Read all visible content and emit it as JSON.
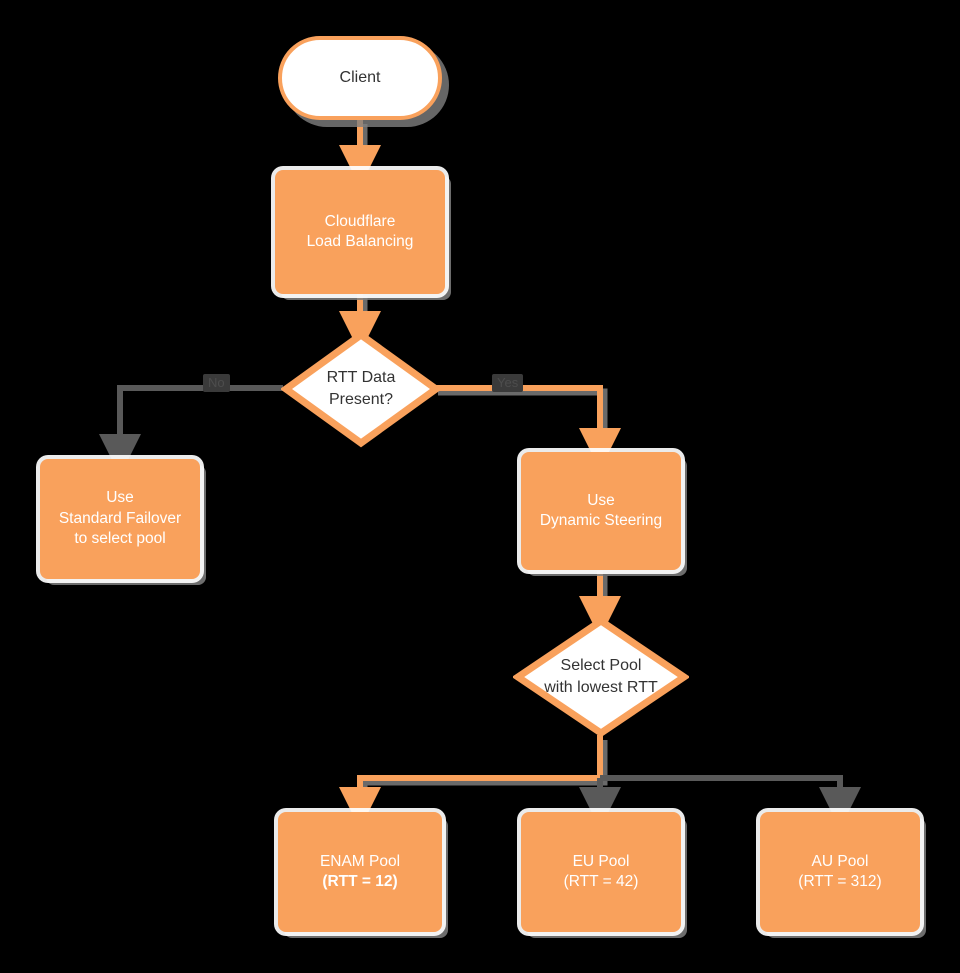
{
  "diagram": {
    "title": "Cloudflare Load Balancing RTT decision flow",
    "background_color": "#000000",
    "active_path_color": "#F9A15C",
    "inactive_path_color": "#595959",
    "node_fill_color": "#F9A15C",
    "node_text_color": "#FFFFFF",
    "terminal_fill_color": "#FFFFFF",
    "terminal_text_color": "#333333"
  },
  "nodes": {
    "client": {
      "label": "Client",
      "shape": "stadium"
    },
    "load_balancing": {
      "line1": "Cloudflare",
      "line2": "Load Balancing",
      "shape": "rect"
    },
    "rtt_decision": {
      "line1": "RTT Data",
      "line2": "Present?",
      "shape": "diamond"
    },
    "standard_failover": {
      "line1": "Use",
      "line2": "Standard Failover",
      "line3": "to select pool",
      "shape": "rect"
    },
    "dynamic_steering": {
      "line1": "Use",
      "line2": "Dynamic Steering",
      "shape": "rect"
    },
    "select_pool": {
      "line1": "Select Pool",
      "line2": "with lowest RTT",
      "shape": "diamond"
    },
    "enam_pool": {
      "line1": "ENAM Pool",
      "line2": "(RTT = 12)",
      "shape": "rect",
      "highlighted": true
    },
    "eu_pool": {
      "line1": "EU Pool",
      "line2": "(RTT = 42)",
      "shape": "rect",
      "highlighted": false
    },
    "au_pool": {
      "line1": "AU Pool",
      "line2": "(RTT = 312)",
      "shape": "rect",
      "highlighted": false
    }
  },
  "edge_labels": {
    "no_branch": "No",
    "yes_branch": "Yes"
  }
}
